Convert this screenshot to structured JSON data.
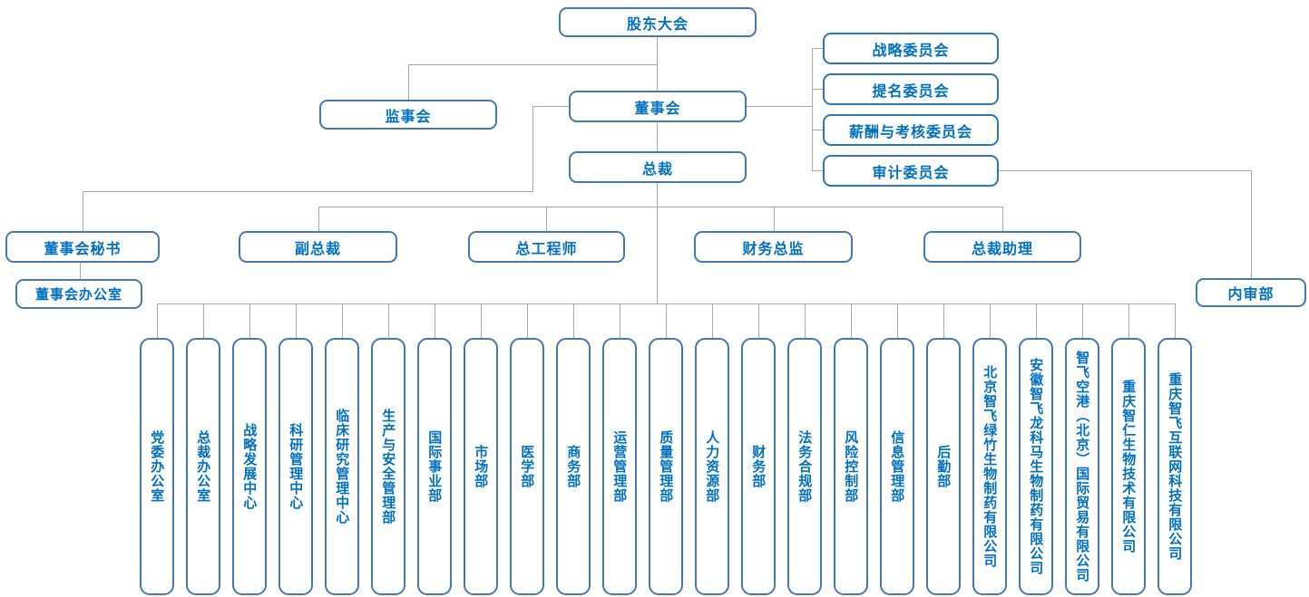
{
  "colors": {
    "background": "#ffffff",
    "node_border": "#4678b2",
    "committee_border": "#2e75b6",
    "node_text": "#0070c0",
    "connector": "#a8a8a8"
  },
  "nodes": {
    "shareholders_meeting": "股东大会",
    "supervisory_board": "监事会",
    "board_of_directors": "董事会",
    "president": "总裁",
    "committees": [
      "战略委员会",
      "提名委员会",
      "薪酬与考核委员会",
      "审计委员会"
    ],
    "executives": [
      "董事会秘书",
      "副总裁",
      "总工程师",
      "财务总监",
      "总裁助理"
    ],
    "board_office": "董事会办公室",
    "internal_audit": "内审部",
    "departments": [
      "党委办公室",
      "总裁办公室",
      "战略发展中心",
      "科研管理中心",
      "临床研究管理中心",
      "生产与安全管理部",
      "国际事业部",
      "市场部",
      "医学部",
      "商务部",
      "运营管理部",
      "质量管理部",
      "人力资源部",
      "财务部",
      "法务合规部",
      "风险控制部",
      "信息管理部",
      "后勤部",
      "北京智飞绿竹生物制药有限公司",
      "安徽智飞龙科马生物制药有限公司",
      "智飞空港（北京）国际贸易有限公司",
      "重庆智仁生物技术有限公司",
      "重庆智飞互联网科技有限公司"
    ]
  }
}
